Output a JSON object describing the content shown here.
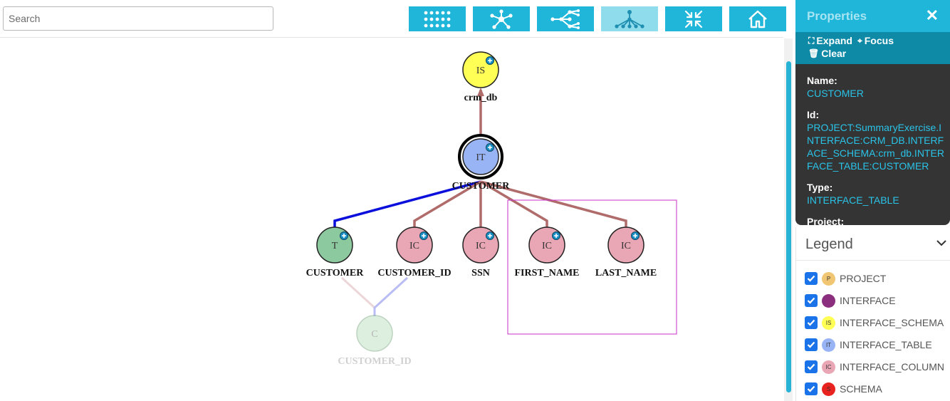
{
  "toolbar": {
    "search_placeholder": "Search",
    "buttons": [
      {
        "icon": "grid-dots-icon",
        "active": false
      },
      {
        "icon": "network-hub-icon",
        "active": false
      },
      {
        "icon": "tree-left-icon",
        "active": false
      },
      {
        "icon": "hierarchy-down-icon",
        "active": true
      },
      {
        "icon": "collapse-arrows-icon",
        "active": false
      },
      {
        "icon": "home-icon",
        "active": false
      }
    ]
  },
  "graph": {
    "nodes": [
      {
        "id": "crm_db",
        "abbr": "IS",
        "label": "crm_db",
        "color": "#ffff55",
        "expandable": true,
        "selected": false,
        "faded": false
      },
      {
        "id": "customer_table",
        "abbr": "IT",
        "label": "CUSTOMER",
        "color": "#99b4f5",
        "expandable": true,
        "selected": true,
        "faded": false
      },
      {
        "id": "customer_t",
        "abbr": "T",
        "label": "CUSTOMER",
        "color": "#8dc99e",
        "expandable": true,
        "selected": false,
        "faded": false
      },
      {
        "id": "customer_id",
        "abbr": "IC",
        "label": "CUSTOMER_ID",
        "color": "#e9a6b4",
        "expandable": true,
        "selected": false,
        "faded": false
      },
      {
        "id": "ssn",
        "abbr": "IC",
        "label": "SSN",
        "color": "#e9a6b4",
        "expandable": true,
        "selected": false,
        "faded": false
      },
      {
        "id": "first_name",
        "abbr": "IC",
        "label": "FIRST_NAME",
        "color": "#e9a6b4",
        "expandable": true,
        "selected": false,
        "faded": false
      },
      {
        "id": "last_name",
        "abbr": "IC",
        "label": "LAST_NAME",
        "color": "#e9a6b4",
        "expandable": true,
        "selected": false,
        "faded": false
      },
      {
        "id": "customer_id_c",
        "abbr": "C",
        "label": "CUSTOMER_ID",
        "color": "#c3e3c6",
        "expandable": false,
        "selected": false,
        "faded": true
      }
    ]
  },
  "properties": {
    "title": "Properties",
    "close_icon": "close-icon",
    "actions": [
      {
        "icon": "expand-icon",
        "glyph": "⛶",
        "label": "Expand"
      },
      {
        "icon": "focus-icon",
        "glyph": "⌖",
        "label": "Focus"
      },
      {
        "icon": "trash-icon",
        "glyph": "🗑",
        "label": "Clear"
      }
    ],
    "fields": [
      {
        "label": "Name:",
        "value": "CUSTOMER"
      },
      {
        "label": "Id:",
        "value": "PROJECT:SummaryExercise.INTERFACE:CRM_DB.INTERFACE_SCHEMA:crm_db.INTERFACE_TABLE:CUSTOMER"
      },
      {
        "label": "Type:",
        "value": "INTERFACE_TABLE"
      },
      {
        "label": "Project:",
        "value": ""
      }
    ]
  },
  "legend": {
    "title": "Legend",
    "items": [
      {
        "abbr": "P",
        "label": "PROJECT",
        "color": "#f0c673",
        "checked": true
      },
      {
        "abbr": "",
        "label": "INTERFACE",
        "color": "#8b2e7e",
        "checked": true
      },
      {
        "abbr": "IS",
        "label": "INTERFACE_SCHEMA",
        "color": "#ffff55",
        "checked": true
      },
      {
        "abbr": "IT",
        "label": "INTERFACE_TABLE",
        "color": "#99b4f5",
        "checked": true
      },
      {
        "abbr": "IC",
        "label": "INTERFACE_COLUMN",
        "color": "#e9a6b4",
        "checked": true
      },
      {
        "abbr": "S",
        "label": "SCHEMA",
        "color": "#e8231f",
        "checked": true
      }
    ]
  }
}
